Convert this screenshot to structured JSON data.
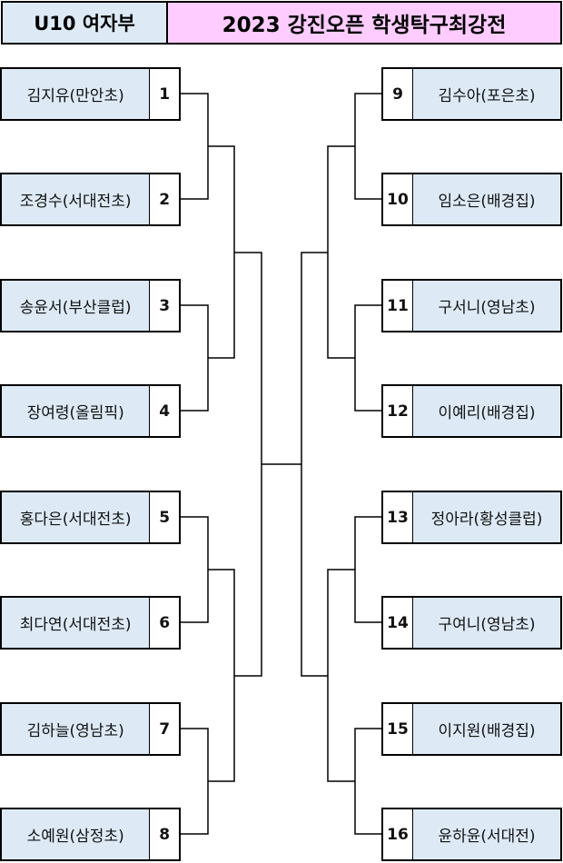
{
  "header": {
    "division": "U10 여자부",
    "title": "2023 강진오픈 학생탁구최강전"
  },
  "bracket": {
    "left": [
      {
        "seed": "1",
        "name": "김지유(만안초)"
      },
      {
        "seed": "2",
        "name": "조경수(서대전초)"
      },
      {
        "seed": "3",
        "name": "송윤서(부산클럽)"
      },
      {
        "seed": "4",
        "name": "장여령(올림픽)"
      },
      {
        "seed": "5",
        "name": "홍다은(서대전초)"
      },
      {
        "seed": "6",
        "name": "최다연(서대전초)"
      },
      {
        "seed": "7",
        "name": "김하늘(영남초)"
      },
      {
        "seed": "8",
        "name": "소예원(삼정초)"
      }
    ],
    "right": [
      {
        "seed": "9",
        "name": "김수아(포은초)"
      },
      {
        "seed": "10",
        "name": "임소은(배경집)"
      },
      {
        "seed": "11",
        "name": "구서니(영남초)"
      },
      {
        "seed": "12",
        "name": "이예리(배경집)"
      },
      {
        "seed": "13",
        "name": "정아라(황성클럽)"
      },
      {
        "seed": "14",
        "name": "구여니(영남초)"
      },
      {
        "seed": "15",
        "name": "이지원(배경집)"
      },
      {
        "seed": "16",
        "name": "윤하윤(서대전)"
      }
    ]
  }
}
